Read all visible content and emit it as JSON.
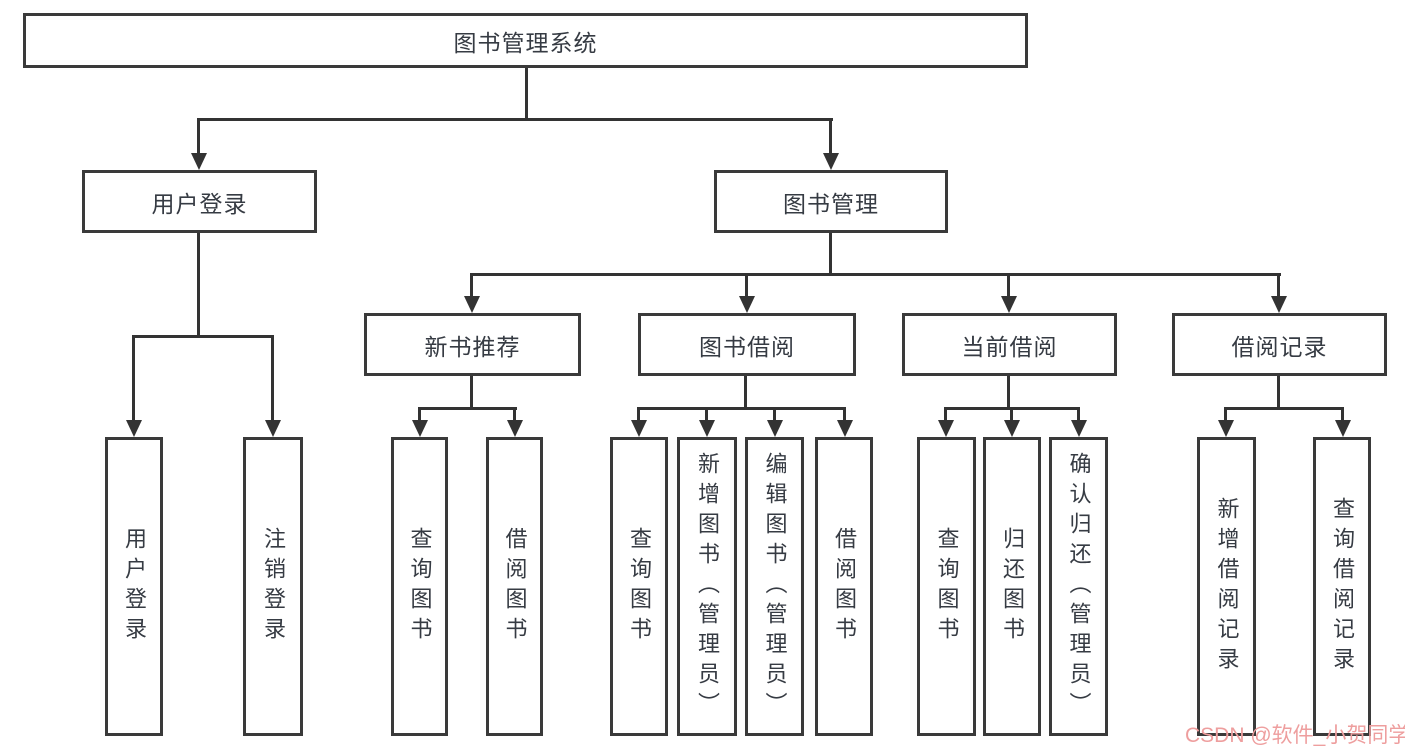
{
  "tree": {
    "root": "图书管理系统",
    "branches": [
      {
        "label": "用户登录",
        "leaves": [
          "用户登录",
          "注销登录"
        ]
      },
      {
        "label": "图书管理",
        "children": [
          {
            "label": "新书推荐",
            "leaves": [
              "查询图书",
              "借阅图书"
            ]
          },
          {
            "label": "图书借阅",
            "leaves": [
              "查询图书",
              "新增图书（管理员）",
              "编辑图书（管理员）",
              "借阅图书"
            ]
          },
          {
            "label": "当前借阅",
            "leaves": [
              "查询图书",
              "归还图书",
              "确认归还（管理员）"
            ]
          },
          {
            "label": "借阅记录",
            "leaves": [
              "新增借阅记录",
              "查询借阅记录"
            ]
          }
        ]
      }
    ]
  },
  "watermark": {
    "text": "CSDN @软件_小贺同学",
    "color": "#ee9e9e"
  },
  "colors": {
    "line": "#333333",
    "node_border": "#3a3a3a",
    "text": "#363b43",
    "background": "#ffffff"
  }
}
